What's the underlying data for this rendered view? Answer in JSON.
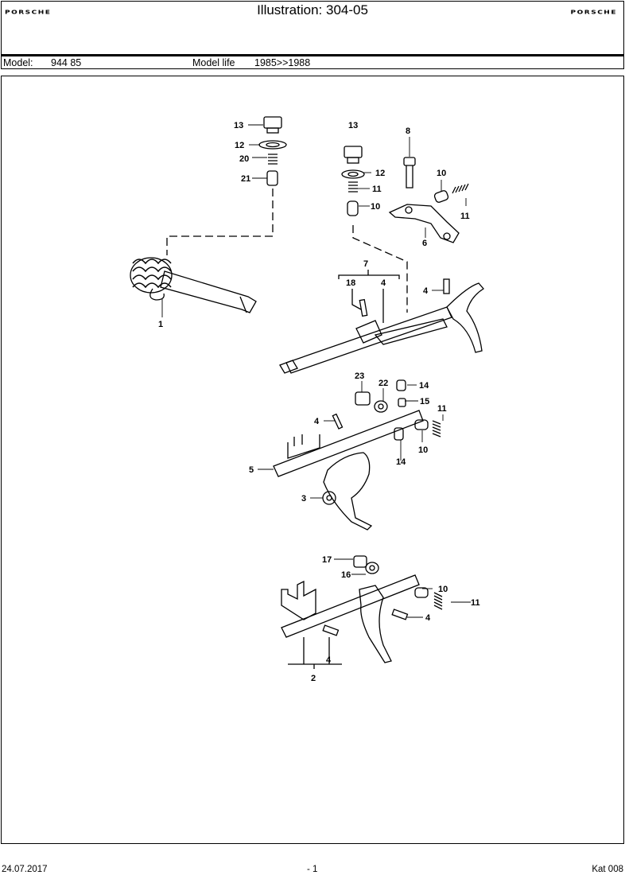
{
  "header": {
    "brand_left": "PORSCHE",
    "brand_right": "PORSCHE",
    "title": "Illustration: 304-05",
    "model_label": "Model:",
    "model_value": "944 85",
    "model_life_label": "Model life",
    "model_life_value": "1985>>1988"
  },
  "callouts": {
    "c13a": "13",
    "c12a": "12",
    "c20": "20",
    "c21": "21",
    "c1": "1",
    "c13b": "13",
    "c12b": "12",
    "c11a": "11",
    "c10a": "10",
    "c8": "8",
    "c10b": "10",
    "c11b": "11",
    "c6": "6",
    "c7": "7",
    "c18": "18",
    "c4a": "4",
    "c4b": "4",
    "c23": "23",
    "c22": "22",
    "c14a": "14",
    "c15": "15",
    "c11c": "11",
    "c4c": "4",
    "c10c": "10",
    "c14b": "14",
    "c5": "5",
    "c3": "3",
    "c17": "17",
    "c16": "16",
    "c10d": "10",
    "c11d": "11",
    "c4d": "4",
    "c4e": "4",
    "c2": "2"
  },
  "footer": {
    "date": "24.07.2017",
    "page": "- 1",
    "catalog": "Kat 008"
  }
}
